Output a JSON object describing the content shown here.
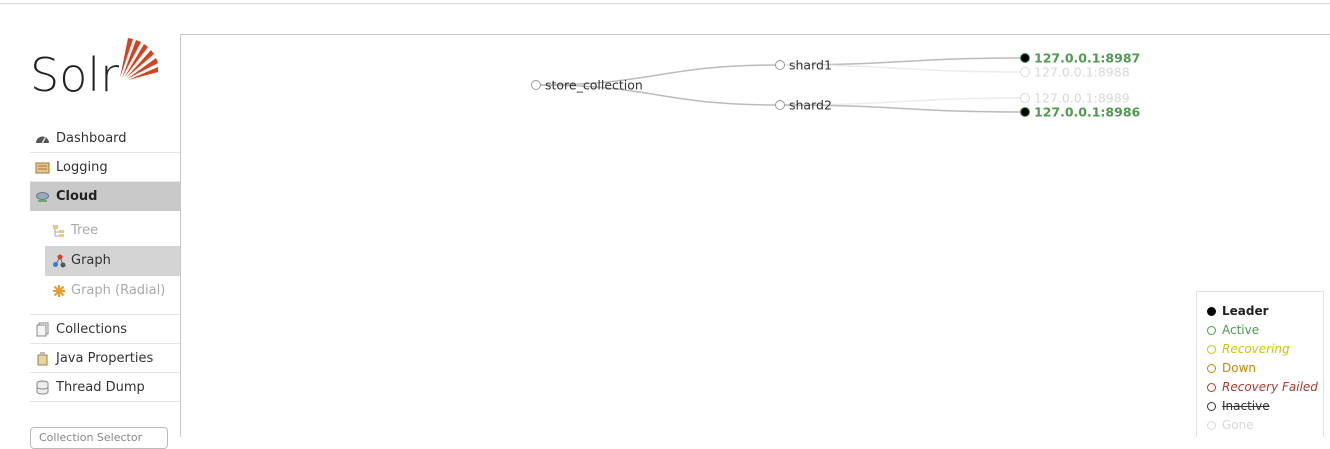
{
  "sidebar": {
    "logo_text": "Solr",
    "menu": [
      {
        "label": "Dashboard",
        "icon": "dashboard-icon"
      },
      {
        "label": "Logging",
        "icon": "logging-icon"
      },
      {
        "label": "Cloud",
        "icon": "cloud-icon",
        "active": true
      }
    ],
    "cloud_sub": [
      {
        "label": "Tree",
        "icon": "tree-icon"
      },
      {
        "label": "Graph",
        "icon": "graph-icon",
        "active": true
      },
      {
        "label": "Graph (Radial)",
        "icon": "graph-radial-icon"
      }
    ],
    "menu2": [
      {
        "label": "Collections",
        "icon": "collections-icon"
      },
      {
        "label": "Java Properties",
        "icon": "java-properties-icon"
      },
      {
        "label": "Thread Dump",
        "icon": "thread-dump-icon"
      }
    ],
    "core_selector_placeholder": "Collection Selector"
  },
  "graph": {
    "collection": "store_collection",
    "shards": [
      {
        "name": "shard1",
        "replicas": [
          {
            "host": "127.0.0.1:8987",
            "state": "leader-active"
          },
          {
            "host": "127.0.0.1:8988",
            "state": "gone"
          }
        ]
      },
      {
        "name": "shard2",
        "replicas": [
          {
            "host": "127.0.0.1:8989",
            "state": "gone"
          },
          {
            "host": "127.0.0.1:8986",
            "state": "leader-active"
          }
        ]
      }
    ]
  },
  "legend": {
    "items": [
      {
        "label": "Leader",
        "color": "#000000",
        "style": "leader"
      },
      {
        "label": "Active",
        "color": "#4e9a4e",
        "style": "active"
      },
      {
        "label": "Recovering",
        "color": "#c8c800",
        "style": "recovering"
      },
      {
        "label": "Down",
        "color": "#c08a00",
        "style": "down"
      },
      {
        "label": "Recovery Failed",
        "color": "#b03a2e",
        "style": "failed"
      },
      {
        "label": "Inactive",
        "color": "#333333",
        "style": "inactive"
      },
      {
        "label": "Gone",
        "color": "#d8d8d8",
        "style": "gone"
      }
    ]
  },
  "colors": {
    "active": "#4e9a4e",
    "gone": "#d8d8d8",
    "link": "#bbbbbb",
    "brand": "#d9411e"
  }
}
